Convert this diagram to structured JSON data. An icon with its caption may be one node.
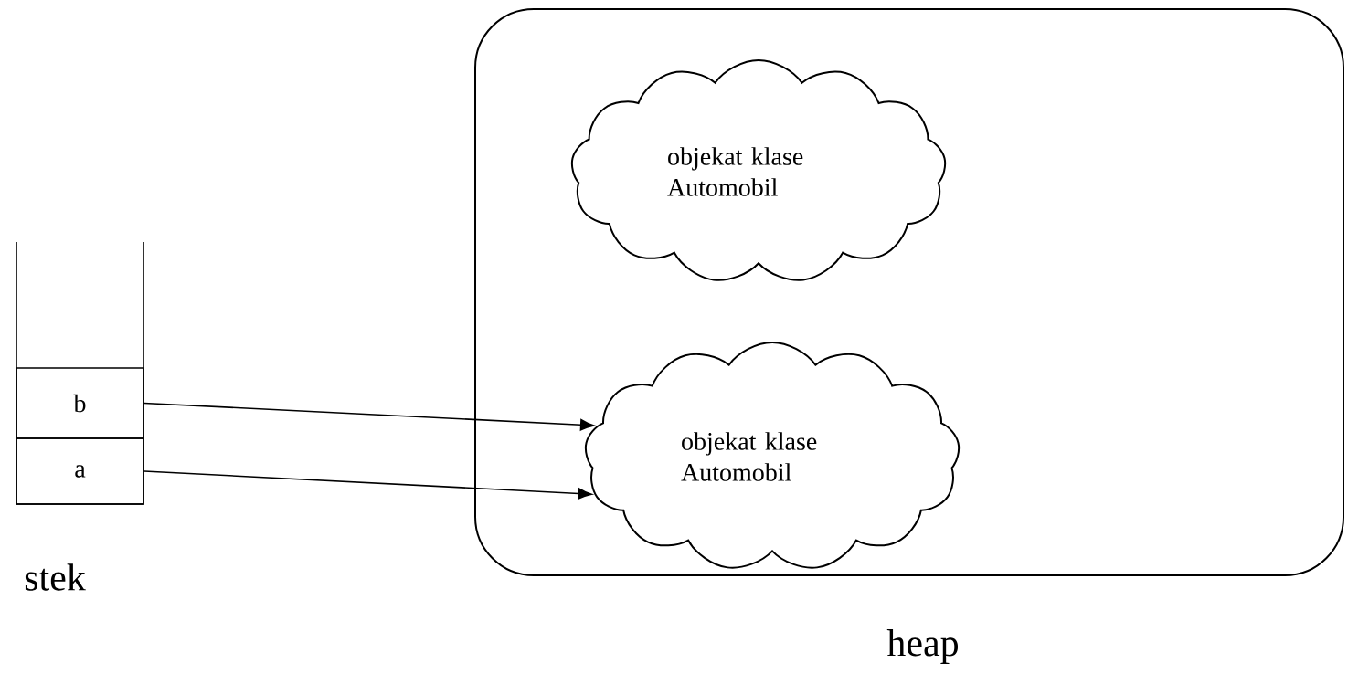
{
  "diagram": {
    "nodes": [
      {
        "text": [
          "stek"
        ]
      },
      {
        "text": [
          "b"
        ],
        "in": 0
      },
      {
        "text": [
          "a"
        ],
        "in": 0
      },
      {
        "text": [
          "heap"
        ]
      },
      {
        "text": [
          "objekat klase Automobil"
        ],
        "in": 3
      },
      {
        "text": [
          "objekat klase Automobil"
        ],
        "in": 3
      }
    ],
    "edges": [
      {
        "from": 1,
        "to": 5,
        "arrow": "to"
      },
      {
        "from": 2,
        "to": 5,
        "arrow": "to"
      }
    ]
  }
}
